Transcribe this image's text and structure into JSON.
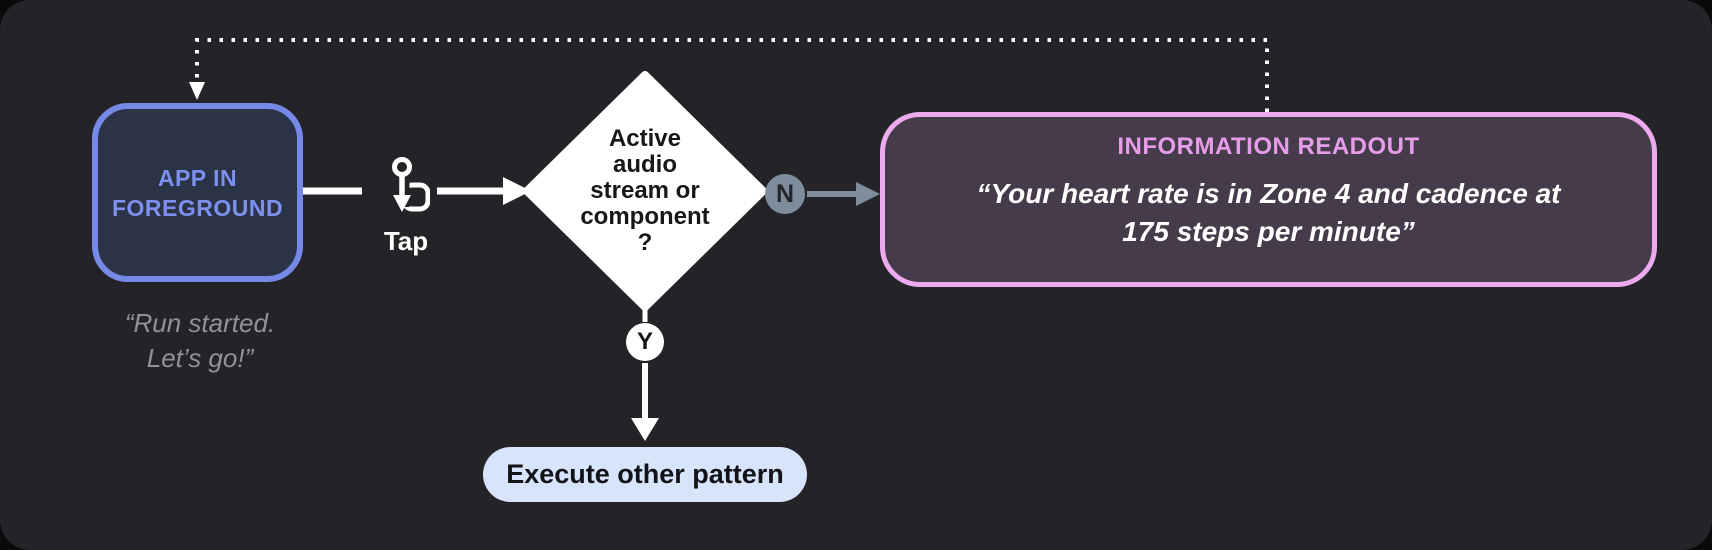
{
  "colors": {
    "canvas_bg": "#242428",
    "app_border": "#7689e6",
    "app_fill": "#2b3346",
    "app_text": "#7d90ee",
    "caption_gray": "#8f9296",
    "slate": "#7d8d9c",
    "readout_border": "#edaaef",
    "readout_fill": "#463b4b",
    "readout_title_pink": "#e59de9",
    "pill_bg": "#d8e3fc",
    "white": "#ffffff"
  },
  "nodes": {
    "app": {
      "label": "APP IN\nFOREGROUND",
      "caption": "“Run started.\nLet’s go!”"
    },
    "tap": {
      "label": "Tap",
      "icon": "tap-gesture-icon"
    },
    "decision": {
      "label": "Active\naudio\nstream or\ncomponent\n?"
    },
    "no_branch": {
      "label": "N"
    },
    "yes_branch": {
      "label": "Y"
    },
    "readout": {
      "title": "INFORMATION READOUT",
      "quote": "“Your heart rate is in Zone 4 and cadence at\n175 steps per minute”"
    },
    "execute": {
      "label": "Execute other pattern"
    }
  }
}
